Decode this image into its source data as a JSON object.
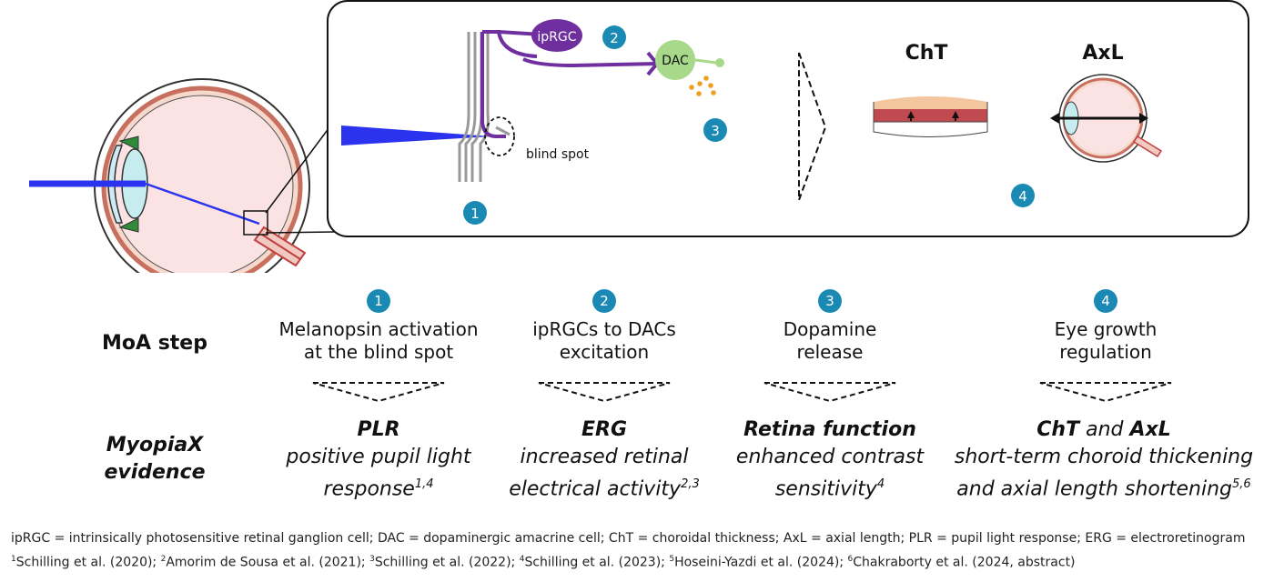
{
  "diagram": {
    "labels": {
      "iprgc": "ipRGC",
      "dac": "DAC",
      "blind_spot": "blind spot",
      "cht": "ChT",
      "axl": "AxL"
    },
    "badges": [
      "1",
      "2",
      "3",
      "4"
    ]
  },
  "rows": {
    "moa_label": "MoA step",
    "evidence_label_line1": "MyopiaX",
    "evidence_label_line2": "evidence"
  },
  "steps": [
    {
      "number": "1",
      "line1": "Melanopsin activation",
      "line2": "at the blind spot",
      "evidence_head": "PLR",
      "evidence_line1": "positive pupil light",
      "evidence_line2": "response",
      "refs": "1,4"
    },
    {
      "number": "2",
      "line1": "ipRGCs to DACs",
      "line2": "excitation",
      "evidence_head": "ERG",
      "evidence_line1": "increased retinal",
      "evidence_line2": "electrical activity",
      "refs": "2,3"
    },
    {
      "number": "3",
      "line1": "Dopamine",
      "line2": "release",
      "evidence_head": "Retina function",
      "evidence_line1": "enhanced contrast",
      "evidence_line2": "sensitivity",
      "refs": "4"
    },
    {
      "number": "4",
      "line1": "Eye growth",
      "line2": "regulation",
      "evidence_head_a": "ChT",
      "evidence_head_and": "and",
      "evidence_head_b": "AxL",
      "evidence_line1": "short-term choroid thickening",
      "evidence_line2": "and axial length shortening",
      "refs": "5,6"
    }
  ],
  "footer": {
    "abbreviations": "ipRGC = intrinsically photosensitive retinal ganglion cell; DAC = dopaminergic amacrine cell; ChT = choroidal thickness; AxL = axial length; PLR = pupil light response; ERG = electroretinogram",
    "references": [
      {
        "num": "1",
        "text": "Schilling et al. (2020); "
      },
      {
        "num": "2",
        "text": "Amorim de Sousa et al. (2021); "
      },
      {
        "num": "3",
        "text": "Schilling et al. (2022); "
      },
      {
        "num": "4",
        "text": "Schilling et al. (2023); "
      },
      {
        "num": "5",
        "text": "Hoseini-Yazdi et al. (2024); "
      },
      {
        "num": "6",
        "text": "Chakraborty et al. (2024, abstract)"
      }
    ]
  },
  "colors": {
    "badge": "#1a8ab5",
    "light_beam": "#2b33ee",
    "iprgc": "#6f2f9f",
    "dac": "#a8d88a",
    "dopamine": "#f0a020"
  }
}
